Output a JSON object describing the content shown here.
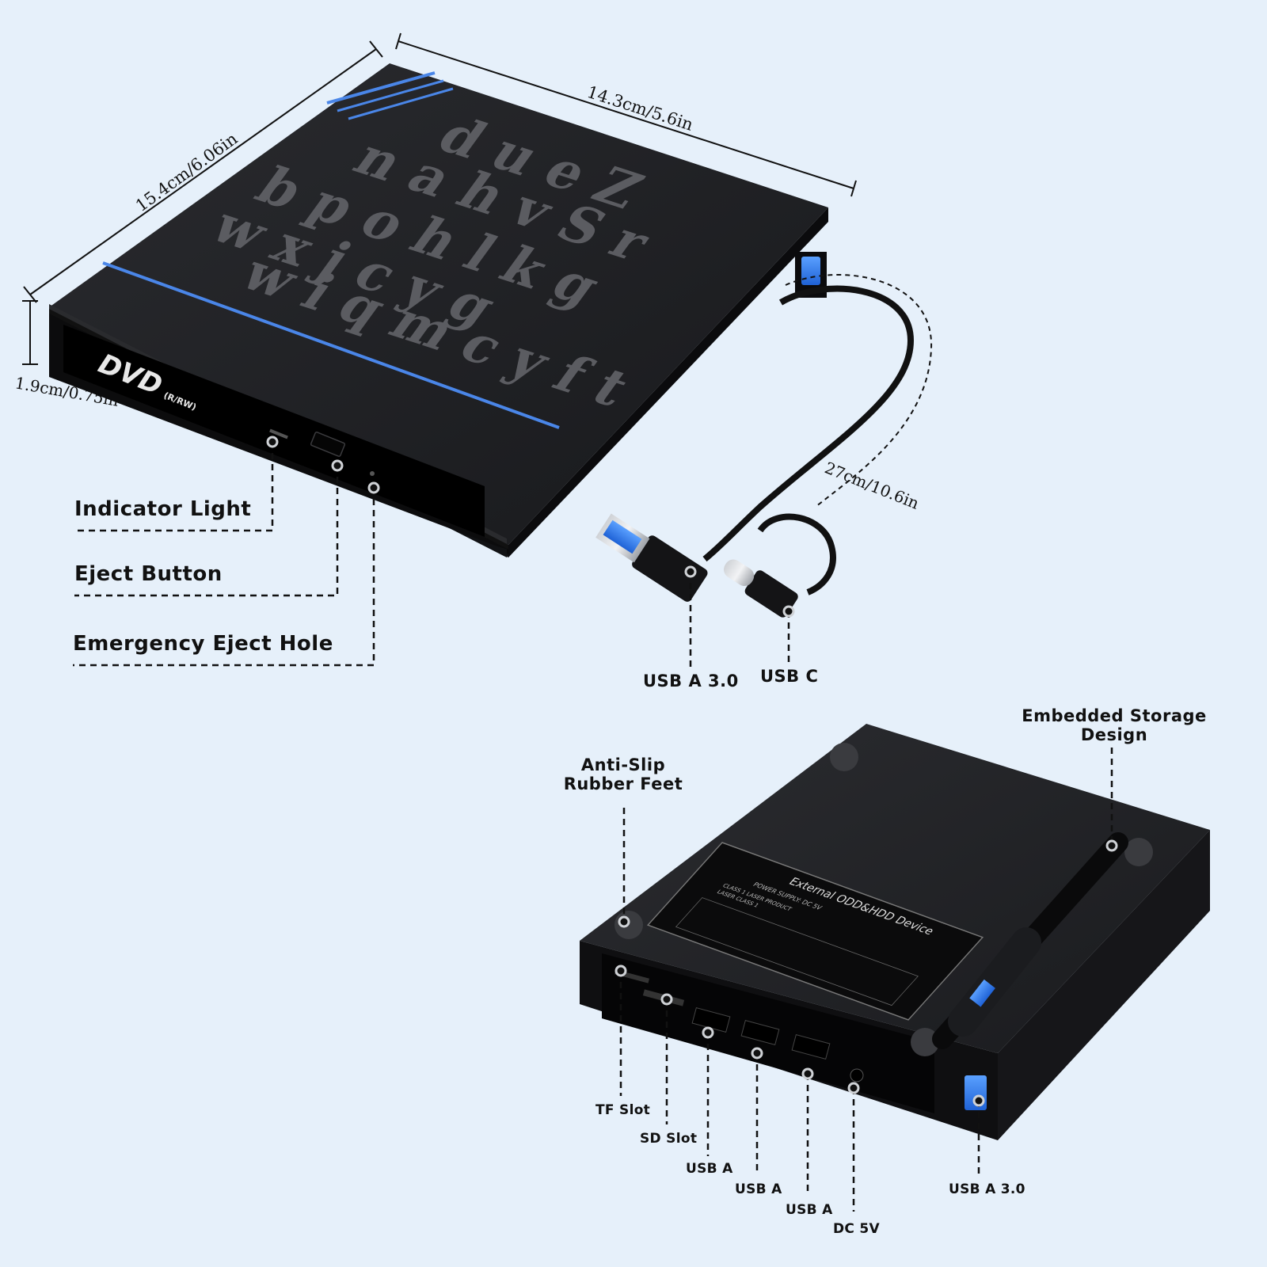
{
  "dimensions": {
    "depth": "15.4cm/6.06in",
    "width": "14.3cm/5.6in",
    "height": "1.9cm/0.75in",
    "cable": "27cm/10.6in"
  },
  "top_device": {
    "logo": "DVD",
    "logo_sub": "(R/RW)",
    "lid_letters": [
      "d u e Z",
      "n a h v S r",
      "b p o h l k g",
      "w x j c y g",
      "w i q m c y f t"
    ]
  },
  "front_callouts": {
    "indicator": "Indicator Light",
    "eject": "Eject Button",
    "emergency": "Emergency Eject Hole"
  },
  "cable_callouts": {
    "usb_a": "USB A 3.0",
    "usb_c": "USB C"
  },
  "bottom_callouts": {
    "feet_line1": "Anti-Slip",
    "feet_line2": "Rubber Feet",
    "storage_line1": "Embedded Storage",
    "storage_line2": "Design",
    "tf": "TF Slot",
    "sd": "SD Slot",
    "usb_a1": "USB A",
    "usb_a2": "USB A",
    "usb_a3": "USB A",
    "dc": "DC 5V",
    "usb_a30": "USB A 3.0"
  },
  "bottom_label": {
    "title": "External ODD&HDD Device",
    "line1": "POWER SUPPLY: DC 5V",
    "line2": "CLASS 1 LASER PRODUCT",
    "line3": "LASER CLASS 1"
  },
  "colors": {
    "background": "#e6f0fa",
    "device_body": "#1b1c1f",
    "accent_blue": "#4a86e8",
    "letters": "#5b5c61"
  }
}
